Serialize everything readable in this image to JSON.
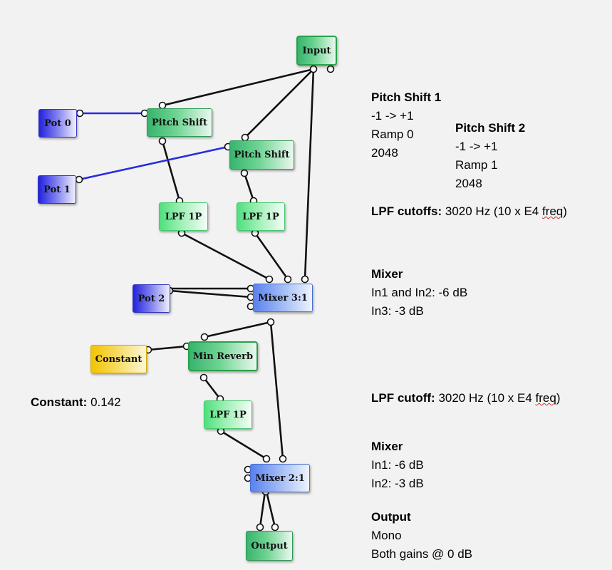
{
  "nodes": {
    "input": "Input",
    "pot0": "Pot 0",
    "pot1": "Pot 1",
    "pot2": "Pot 2",
    "pitch_shift_1": "Pitch Shift",
    "pitch_shift_2": "Pitch Shift",
    "lpf_1": "LPF 1P",
    "lpf_2": "LPF 1P",
    "lpf_3": "LPF 1P",
    "mixer_3_1": "Mixer 3:1",
    "constant": "Constant",
    "min_reverb": "Min Reverb",
    "mixer_2_1": "Mixer 2:1",
    "output": "Output"
  },
  "notes": {
    "pitch_shift_1": {
      "title": "Pitch Shift 1",
      "lines": [
        "-1 -> +1",
        "Ramp 0",
        "2048"
      ]
    },
    "pitch_shift_2": {
      "title": "Pitch Shift 2",
      "lines": [
        "-1 -> +1",
        "Ramp 1",
        "2048"
      ]
    },
    "lpf_cutoffs": {
      "label": "LPF cutoffs:",
      "value_a": "3020 Hz (10 x E4 ",
      "value_b": "freq",
      "value_c": ")"
    },
    "mixer_1": {
      "title": "Mixer",
      "lines": [
        "In1 and In2: -6 dB",
        "In3: -3 dB"
      ]
    },
    "constant": {
      "label": "Constant:",
      "value": "0.142"
    },
    "lpf_cutoff": {
      "label": "LPF cutoff:",
      "value_a": "3020 Hz (10 x E4 ",
      "value_b": "freq",
      "value_c": ")"
    },
    "mixer_2": {
      "title": "Mixer",
      "lines": [
        "In1: -6 dB",
        "In2: -3 dB"
      ]
    },
    "output": {
      "title": "Output",
      "lines": [
        "Mono",
        "Both gains @ 0 dB"
      ]
    }
  },
  "colors": {
    "wire": "#111111",
    "control_wire": "#2a2ae0"
  }
}
